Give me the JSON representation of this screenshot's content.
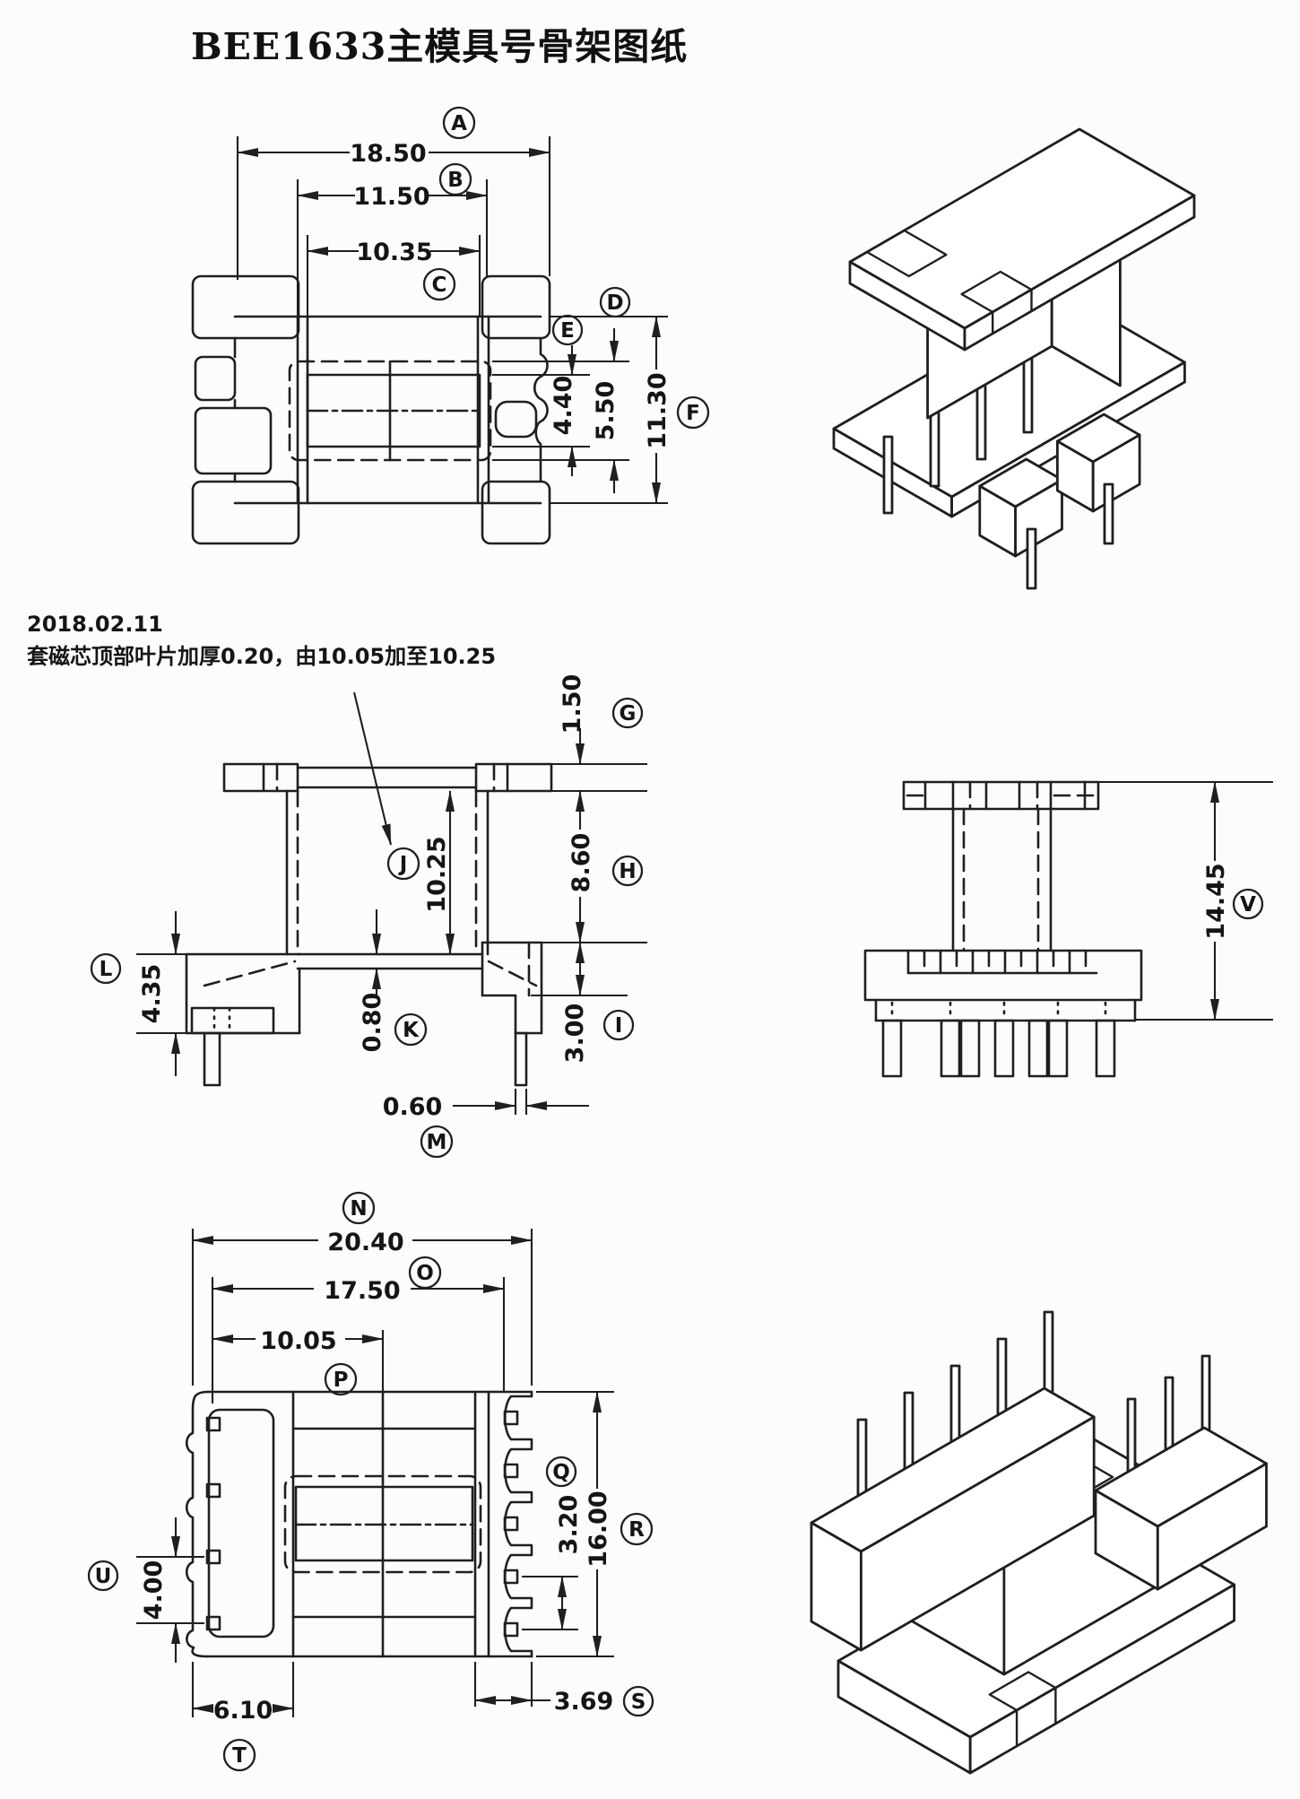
{
  "title": "BEE1633主模具号骨架图纸",
  "note": {
    "date": "2018.02.11",
    "text": "套磁芯顶部叶片加厚0.20，由10.05加至10.25"
  },
  "dimensions": {
    "A": {
      "letter": "A",
      "value": "18.50"
    },
    "B": {
      "letter": "B",
      "value": "11.50"
    },
    "C": {
      "letter": "C",
      "value": "10.35"
    },
    "D": {
      "letter": "D",
      "value": "5.50"
    },
    "E": {
      "letter": "E",
      "value": "4.40"
    },
    "F": {
      "letter": "F",
      "value": "11.30"
    },
    "G": {
      "letter": "G",
      "value": "1.50"
    },
    "H": {
      "letter": "H",
      "value": "8.60"
    },
    "I": {
      "letter": "I",
      "value": "3.00"
    },
    "J": {
      "letter": "J",
      "value": "10.25"
    },
    "K": {
      "letter": "K",
      "value": "0.80"
    },
    "L": {
      "letter": "L",
      "value": "4.35"
    },
    "M": {
      "letter": "M",
      "value": "0.60"
    },
    "N": {
      "letter": "N",
      "value": "20.40"
    },
    "O": {
      "letter": "O",
      "value": "17.50"
    },
    "P": {
      "letter": "P",
      "value": "10.05"
    },
    "Q": {
      "letter": "Q",
      "value": "3.20"
    },
    "R": {
      "letter": "R",
      "value": "16.00"
    },
    "S": {
      "letter": "S",
      "value": "3.69"
    },
    "T": {
      "letter": "T",
      "value": "6.10"
    },
    "U": {
      "letter": "U",
      "value": "4.00"
    },
    "V": {
      "letter": "V",
      "value": "14.45"
    }
  }
}
